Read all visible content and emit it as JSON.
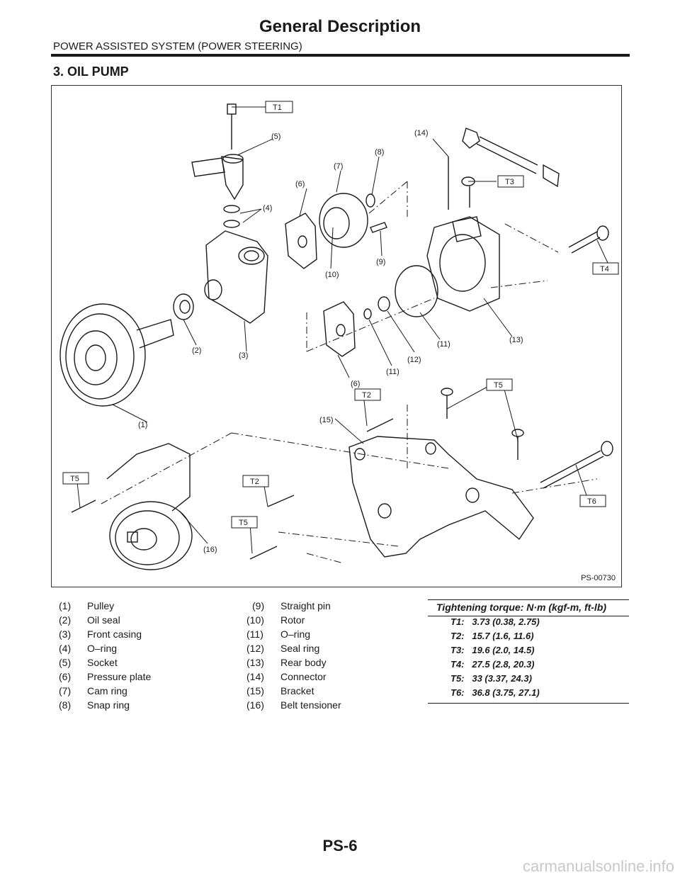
{
  "header": {
    "title": "General Description",
    "subtitle": "POWER ASSISTED SYSTEM (POWER STEERING)"
  },
  "section_title": "3.  OIL PUMP",
  "figure": {
    "id": "PS-00730",
    "callouts": [
      "(1)",
      "(2)",
      "(3)",
      "(4)",
      "(5)",
      "(6)",
      "(7)",
      "(8)",
      "(9)",
      "(10)",
      "(11)",
      "(12)",
      "(13)",
      "(14)",
      "(15)",
      "(16)"
    ],
    "torque_tags": [
      "T1",
      "T2",
      "T3",
      "T4",
      "T5",
      "T6"
    ]
  },
  "parts_left": [
    {
      "num": "(1)",
      "name": "Pulley"
    },
    {
      "num": "(2)",
      "name": "Oil seal"
    },
    {
      "num": "(3)",
      "name": "Front casing"
    },
    {
      "num": "(4)",
      "name": "O–ring"
    },
    {
      "num": "(5)",
      "name": "Socket"
    },
    {
      "num": "(6)",
      "name": "Pressure plate"
    },
    {
      "num": "(7)",
      "name": "Cam ring"
    },
    {
      "num": "(8)",
      "name": "Snap ring"
    }
  ],
  "parts_right": [
    {
      "num": "(9)",
      "name": "Straight pin"
    },
    {
      "num": "(10)",
      "name": "Rotor"
    },
    {
      "num": "(11)",
      "name": "O–ring"
    },
    {
      "num": "(12)",
      "name": "Seal ring"
    },
    {
      "num": "(13)",
      "name": "Rear body"
    },
    {
      "num": "(14)",
      "name": "Connector"
    },
    {
      "num": "(15)",
      "name": "Bracket"
    },
    {
      "num": "(16)",
      "name": "Belt tensioner"
    }
  ],
  "torque": {
    "heading": "Tightening torque: N·m (kgf-m, ft-lb)",
    "items": [
      {
        "tag": "T1:",
        "value": "3.73 (0.38, 2.75)"
      },
      {
        "tag": "T2:",
        "value": "15.7 (1.6, 11.6)"
      },
      {
        "tag": "T3:",
        "value": "19.6 (2.0, 14.5)"
      },
      {
        "tag": "T4:",
        "value": "27.5 (2.8, 20.3)"
      },
      {
        "tag": "T5:",
        "value": "33 (3.37, 24.3)"
      },
      {
        "tag": "T6:",
        "value": "36.8 (3.75, 27.1)"
      }
    ]
  },
  "footer": {
    "page": "PS-6",
    "watermark": "carmanualsonline.info"
  }
}
